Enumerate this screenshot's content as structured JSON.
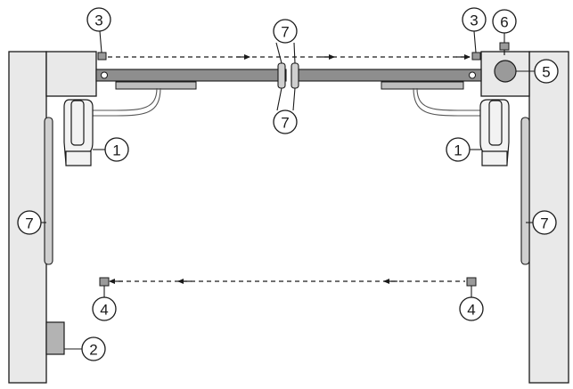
{
  "colors": {
    "line": "#1a1a1a",
    "post_fill": "#e9e9e9",
    "arm_fill": "#8e8e8e",
    "sensor_fill": "#9a9a9a"
  },
  "callouts": {
    "motor_left": "1",
    "motor_right": "1",
    "control_unit": "2",
    "photocell_top_left": "3",
    "photocell_top_right": "3",
    "photocell_bottom_left": "4",
    "photocell_bottom_right": "4",
    "flashing_light": "5",
    "antenna": "6",
    "edge_top": "7",
    "edge_bottom": "7",
    "edge_left": "7",
    "edge_right": "7"
  }
}
